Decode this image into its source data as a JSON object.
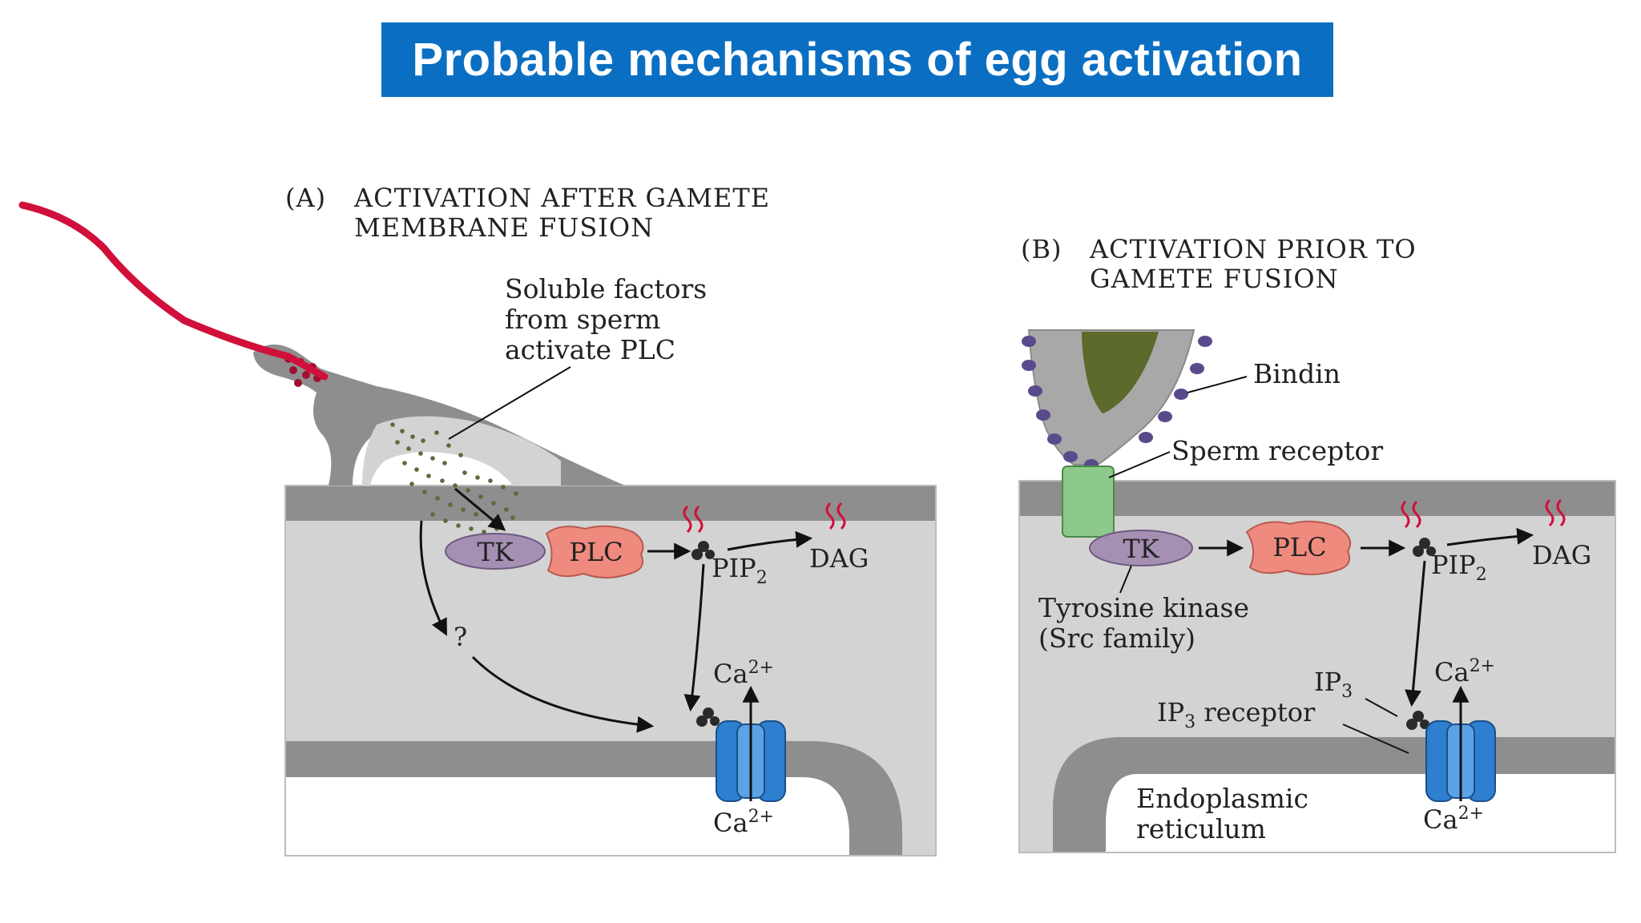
{
  "title": "Probable mechanisms of egg activation",
  "panel_a": {
    "letter": "(A)",
    "heading_line1": "ACTIVATION AFTER GAMETE",
    "heading_line2": "MEMBRANE FUSION",
    "note_line1": "Soluble factors",
    "note_line2": "from sperm",
    "note_line3": "activate PLC",
    "tk": "TK",
    "plc": "PLC",
    "pip2": "PIP",
    "pip2_sub": "2",
    "dag": "DAG",
    "question": "?",
    "ca_top": "Ca",
    "ca_top_sup": "2+",
    "ca_bottom": "Ca",
    "ca_bottom_sup": "2+"
  },
  "panel_b": {
    "letter": "(B)",
    "heading_line1": "ACTIVATION PRIOR TO",
    "heading_line2": "GAMETE FUSION",
    "bindin": "Bindin",
    "sperm_receptor": "Sperm receptor",
    "tk": "TK",
    "plc": "PLC",
    "pip2": "PIP",
    "pip2_sub": "2",
    "dag": "DAG",
    "tyrosine_line1": "Tyrosine kinase",
    "tyrosine_line2": "(Src family)",
    "ip3": "IP",
    "ip3_sub": "3",
    "ip3_receptor": "IP",
    "ip3_receptor_sub": "3",
    "ip3_receptor_rest": " receptor",
    "ca_top": "Ca",
    "ca_top_sup": "2+",
    "ca_bottom": "Ca",
    "ca_bottom_sup": "2+",
    "er_line1": "Endoplasmic",
    "er_line2": "reticulum"
  },
  "colors": {
    "banner": "#0a6fc2",
    "membrane": "#8e8e8e",
    "cytoplasm": "#d3d3d3",
    "tk": "#a58fb3",
    "plc": "#ef8a7e",
    "lipid": "#d0103a",
    "channel": "#2e7fd0",
    "receptor": "#8cc98a",
    "bindin": "#5a4a8c",
    "sperm_tail": "#d0103a"
  }
}
